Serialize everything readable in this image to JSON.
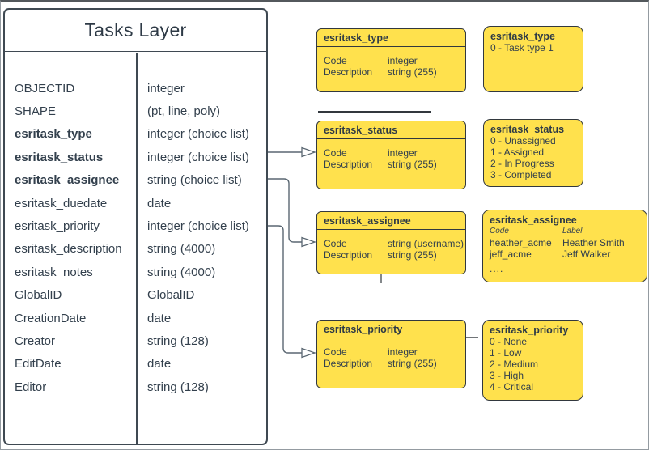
{
  "tasks_layer": {
    "title": "Tasks Layer",
    "fields": [
      {
        "name": "OBJECTID",
        "type": "integer"
      },
      {
        "name": "SHAPE",
        "type": "(pt, line, poly)"
      },
      {
        "name": "esritask_type",
        "type": "integer (choice list)"
      },
      {
        "name": "esritask_status",
        "type": "integer (choice list)"
      },
      {
        "name": "esritask_assignee",
        "type": "string (choice list)"
      },
      {
        "name": "esritask_duedate",
        "type": "date"
      },
      {
        "name": "esritask_priority",
        "type": "integer (choice list)"
      },
      {
        "name": "esritask_description",
        "type": "string (4000)"
      },
      {
        "name": "esritask_notes",
        "type": "string (4000)"
      },
      {
        "name": "GlobalID",
        "type": "GlobalID"
      },
      {
        "name": "CreationDate",
        "type": "date"
      },
      {
        "name": "Creator",
        "type": "string (128)"
      },
      {
        "name": "EditDate",
        "type": "date"
      },
      {
        "name": "Editor",
        "type": "string (128)"
      }
    ]
  },
  "schema_boxes": [
    {
      "title": "esritask_type",
      "rows": [
        {
          "label": "Code",
          "type": "integer"
        },
        {
          "label": "Description",
          "type": "string (255)"
        }
      ]
    },
    {
      "title": "esritask_status",
      "rows": [
        {
          "label": "Code",
          "type": "integer"
        },
        {
          "label": "Description",
          "type": "string (255)"
        }
      ]
    },
    {
      "title": "esritask_assignee",
      "rows": [
        {
          "label": "Code",
          "type": "string (username)"
        },
        {
          "label": "Description",
          "type": "string (255)"
        }
      ]
    },
    {
      "title": "esritask_priority",
      "rows": [
        {
          "label": "Code",
          "type": "integer"
        },
        {
          "label": "Description",
          "type": "string (255)"
        }
      ]
    }
  ],
  "value_boxes": [
    {
      "title": "esritask_type",
      "values": [
        "0 - Task type 1"
      ]
    },
    {
      "title": "esritask_status",
      "values": [
        "0 - Unassigned",
        "1 - Assigned",
        "2 - In Progress",
        "3 - Completed"
      ]
    },
    {
      "title": "esritask_assignee",
      "col_code": "Code",
      "col_label": "Label",
      "entries": [
        {
          "code": "heather_acme",
          "label": "Heather Smith"
        },
        {
          "code": "jeff_acme",
          "label": "Jeff Walker"
        }
      ],
      "more": "...."
    },
    {
      "title": "esritask_priority",
      "values": [
        "0 - None",
        "1 - Low",
        "2 - Medium",
        "3 - High",
        "4 - Critical"
      ]
    }
  ],
  "colors": {
    "box_fill": "#FFE14D",
    "box_border": "#32383E",
    "connector": "#5A6772",
    "text": "#33404D"
  }
}
